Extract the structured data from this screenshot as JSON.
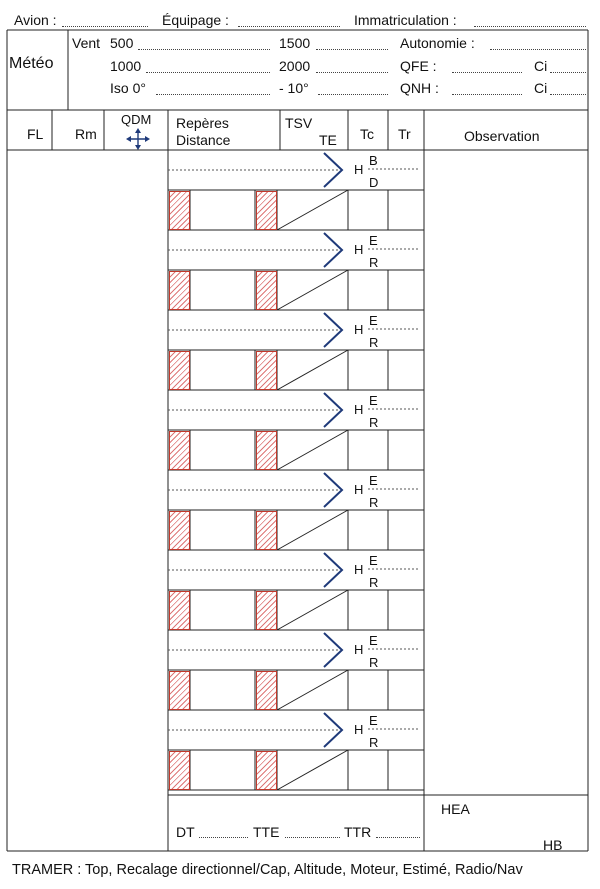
{
  "header": {
    "avion_label": "Avion :",
    "equipage_label": "Équipage :",
    "immat_label": "Immatriculation :"
  },
  "meteo": {
    "title": "Météo",
    "vent_label": "Vent",
    "v500": "500",
    "v1500": "1500",
    "v1000": "1000",
    "v2000": "2000",
    "iso_label": "Iso 0°",
    "minus10": "- 10°",
    "autonomie_label": "Autonomie :",
    "qfe_label": "QFE :",
    "qnh_label": "QNH :",
    "ci_label": "Ci"
  },
  "columns": {
    "fl": "FL",
    "rm": "Rm",
    "qdm": "QDM",
    "reperes": "Repères",
    "distance": "Distance",
    "tsv": "TSV",
    "te": "TE",
    "tc": "Tc",
    "tr": "Tr",
    "observation": "Observation"
  },
  "legs": [
    {
      "h": "H",
      "top": "B",
      "bottom": "D"
    },
    {
      "h": "H",
      "top": "E",
      "bottom": "R"
    },
    {
      "h": "H",
      "top": "E",
      "bottom": "R"
    },
    {
      "h": "H",
      "top": "E",
      "bottom": "R"
    },
    {
      "h": "H",
      "top": "E",
      "bottom": "R"
    },
    {
      "h": "H",
      "top": "E",
      "bottom": "R"
    },
    {
      "h": "H",
      "top": "E",
      "bottom": "R"
    },
    {
      "h": "H",
      "top": "E",
      "bottom": "R"
    }
  ],
  "footer": {
    "dt": "DT",
    "tte": "TTE",
    "ttr": "TTR",
    "hea": "HEA",
    "hb": "HB",
    "tramer": "TRAMER : Top, Recalage directionnel/Cap, Altitude, Moteur, Estimé, Radio/Nav"
  },
  "colors": {
    "line": "#222222",
    "arrow": "#1f3a7a",
    "hatch": "#c0392b",
    "qdm_icon": "#1f3a7a"
  }
}
